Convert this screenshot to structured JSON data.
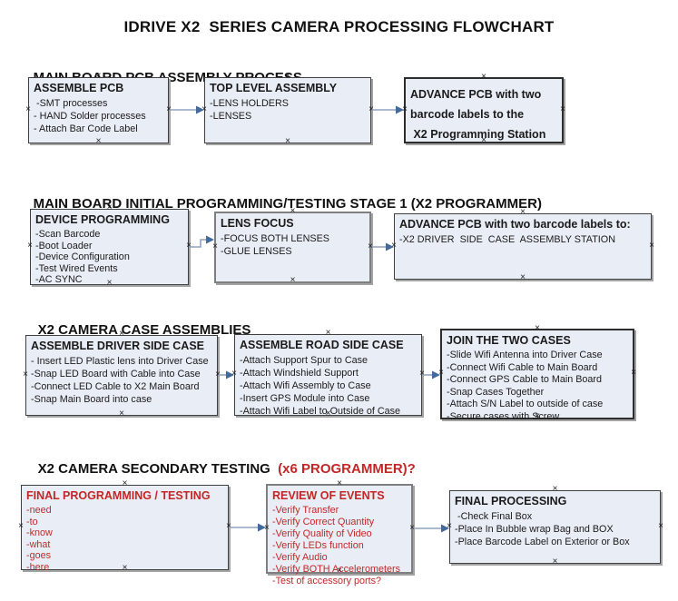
{
  "title": "IDRIVE X2  SERIES CAMERA PROCESSING FLOWCHART",
  "colors": {
    "red": "#c42626",
    "box_fill": "#e9eef6",
    "box_border": "#3f3f3f",
    "arrow_line": "#8fa3be",
    "arrow_head": "#44699b"
  },
  "sections": [
    {
      "heading": "MAIN BOARD PCB ASSEMBLY PROCESS",
      "heading_suffix": "",
      "boxes": [
        {
          "title": "ASSEMBLE PCB",
          "items": [
            " -SMT processes",
            "- HAND Solder processes",
            "- Attach Bar Code Label"
          ]
        },
        {
          "title": "TOP LEVEL ASSEMBLY",
          "items": [
            "-LENS HOLDERS",
            "-LENSES"
          ]
        },
        {
          "title": "",
          "items": [
            "ADVANCE PCB with two",
            "barcode labels to the",
            " X2 Programming Station"
          ],
          "items_bold": true
        }
      ]
    },
    {
      "heading": "MAIN BOARD INITIAL PROGRAMMING/TESTING STAGE 1 (X2 PROGRAMMER)",
      "heading_suffix": "",
      "boxes": [
        {
          "title": "DEVICE PROGRAMMING",
          "items": [
            "-Scan Barcode",
            "-Boot Loader",
            "-Device Configuration",
            "-Test Wired Events",
            "-AC SYNC"
          ]
        },
        {
          "title": "LENS FOCUS",
          "items": [
            "-FOCUS BOTH LENSES",
            "-GLUE LENSES"
          ]
        },
        {
          "title": "ADVANCE PCB with two barcode labels to:",
          "items": [
            "-X2 DRIVER  SIDE  CASE  ASSEMBLY STATION"
          ]
        }
      ]
    },
    {
      "heading": "X2 CAMERA CASE ASSEMBLIES",
      "heading_suffix": "",
      "boxes": [
        {
          "title": "ASSEMBLE DRIVER SIDE CASE",
          "items": [
            "- Insert LED Plastic lens into Driver Case",
            "-Snap LED Board with Cable into Case",
            "-Connect LED Cable to X2 Main Board",
            "-Snap Main Board into case"
          ]
        },
        {
          "title": "ASSEMBLE ROAD SIDE CASE",
          "items": [
            "-Attach Support Spur to Case",
            "-Attach Windshield Support",
            "-Attach Wifi Assembly to Case",
            "-Insert GPS Module into Case",
            "-Attach Wifi Label to Outside of Case"
          ]
        },
        {
          "title": "JOIN THE TWO CASES",
          "items": [
            "-Slide Wifi Antenna into Driver Case",
            "-Connect Wifi Cable to Main Board",
            "-Connect GPS Cable to Main Board",
            "-Snap Cases Together",
            "-Attach S/N Label to outside of case",
            "-Secure cases with Screw"
          ]
        }
      ]
    },
    {
      "heading": "X2 CAMERA SECONDARY TESTING ",
      "heading_suffix": " (x6 PROGRAMMER)?",
      "boxes": [
        {
          "title": "FINAL PROGRAMMING / TESTING",
          "items": [
            "-need",
            "-to",
            "-know",
            "-what",
            "-goes",
            "-here"
          ],
          "red": true
        },
        {
          "title": "REVIEW OF EVENTS",
          "items": [
            "-Verify Transfer",
            "-Verify Correct Quantity",
            "-Verify Quality of Video",
            "-Verify LEDs function",
            "-Verify Audio",
            "-Verify BOTH Accelerometers",
            "-Test of accessory ports?"
          ],
          "red": true
        },
        {
          "title": "FINAL PROCESSING",
          "items": [
            " -Check Final Box",
            "-Place In Bubble wrap Bag and BOX",
            "-Place Barcode Label on Exterior or Box"
          ]
        }
      ]
    }
  ]
}
